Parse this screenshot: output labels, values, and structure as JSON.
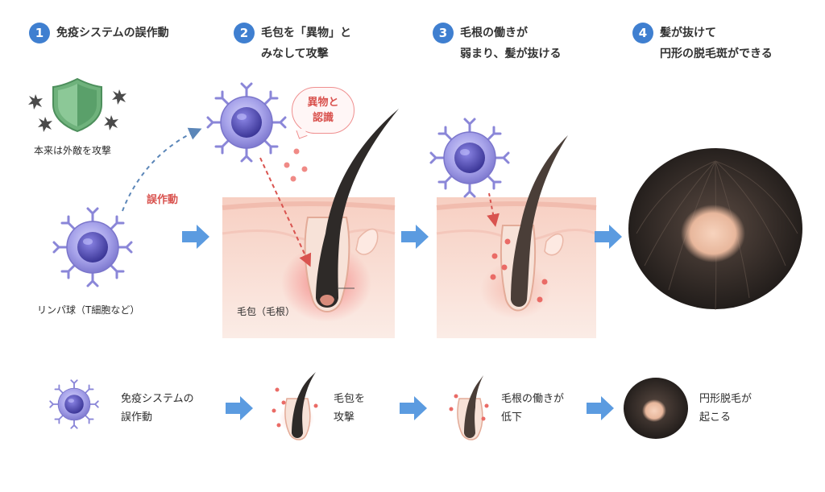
{
  "steps": [
    {
      "num": "1",
      "title": "免疫システムの誤作動"
    },
    {
      "num": "2",
      "title": "毛包を「異物」と\nみなして攻撃"
    },
    {
      "num": "3",
      "title": "毛根の働きが\n弱まり、髪が抜ける"
    },
    {
      "num": "4",
      "title": "髪が抜けて\n円形の脱毛斑ができる"
    }
  ],
  "labels": {
    "shield_caption": "本来は外敵を攻撃",
    "misfire": "誤作動",
    "lymphocyte": "リンパ球（T細胞など）",
    "recognize_bubble": "異物と\n認識",
    "follicle": "毛包（毛根）"
  },
  "flow": [
    {
      "text": "免疫システムの\n誤作動"
    },
    {
      "text": "毛包を\n攻撃"
    },
    {
      "text": "毛根の働きが\n低下"
    },
    {
      "text": "円形脱毛が\n起こる"
    }
  ],
  "colors": {
    "accent": "#3f7fd0",
    "arrow": "#5b9be0",
    "alert": "#d9534f",
    "cell": "#8a86d8",
    "skin": "#f8d9cf",
    "hair": "#2e2a28",
    "flow_border": "#9bbde3"
  },
  "icons": [
    "shield-icon",
    "virus-icon",
    "lymphocyte-icon",
    "hair-follicle-icon",
    "head-icon",
    "arrow-right-icon"
  ]
}
